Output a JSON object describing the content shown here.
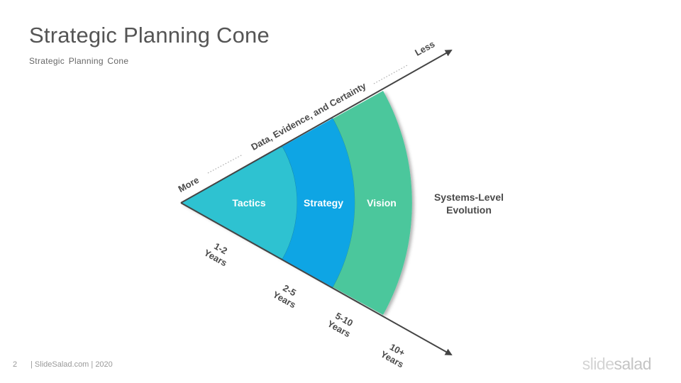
{
  "slide": {
    "title": "Strategic Planning Cone",
    "subtitle": "Strategic Planning Cone",
    "page_number": "2",
    "footer": "| SlideSalad.com | 2020",
    "brand": {
      "part1": "slide",
      "part2": "salad"
    }
  },
  "diagram": {
    "axis_label": "Data, Evidence, and Certainty",
    "axis_more": "More",
    "axis_less": "Less",
    "outcome_line1": "Systems-Level",
    "outcome_line2": "Evolution",
    "segments": [
      {
        "label": "Tactics",
        "color": "#2ec2d1"
      },
      {
        "label": "Strategy",
        "color": "#0ea5e4"
      },
      {
        "label": "Vision",
        "color": "#4cc79c"
      }
    ],
    "timeframes": [
      {
        "range": "1-2",
        "unit": "Years"
      },
      {
        "range": "2-5",
        "unit": "Years"
      },
      {
        "range": "5-10",
        "unit": "Years"
      },
      {
        "range": "10+",
        "unit": "Years"
      }
    ],
    "colors": {
      "arrow": "#444444",
      "label": "#4a4a4a",
      "dots": "#aaaaaa",
      "separator": "#1a5a5e"
    }
  }
}
